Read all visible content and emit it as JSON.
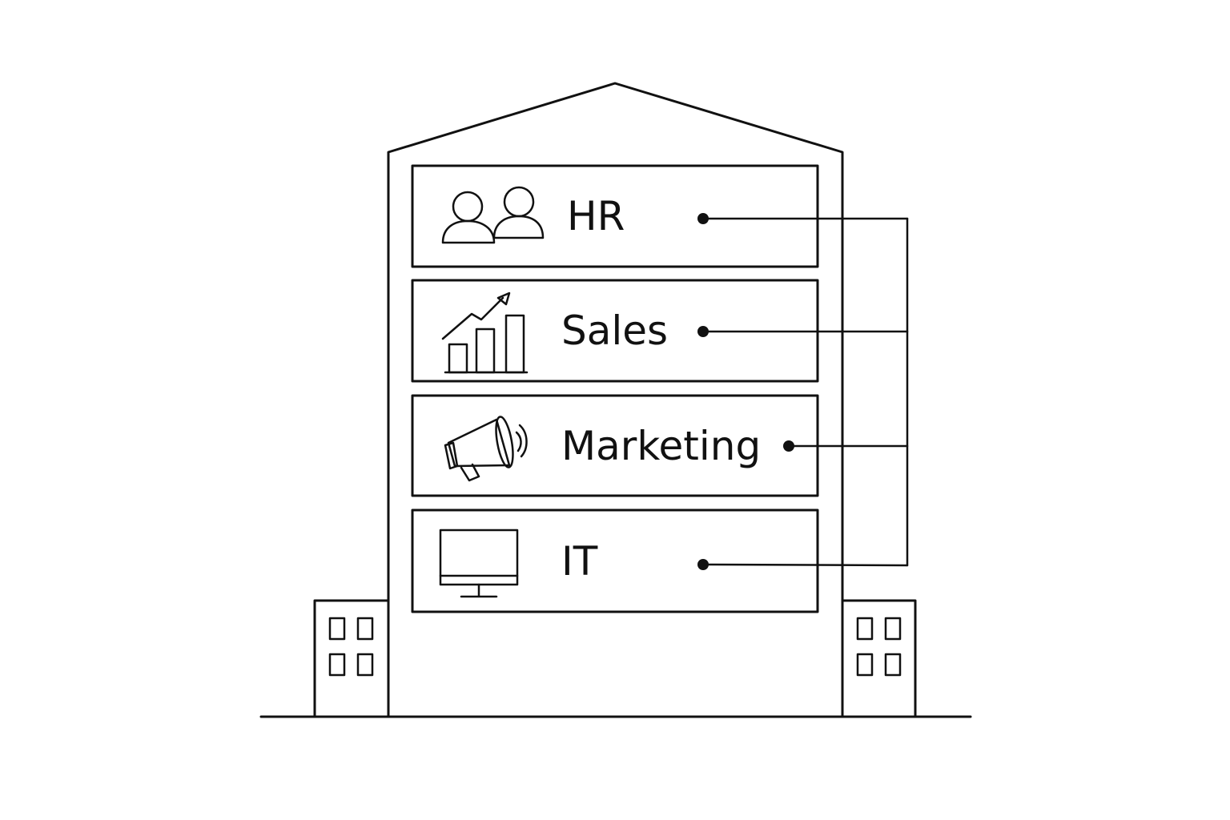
{
  "departments": [
    {
      "id": "hr",
      "label": "HR",
      "icon": "people-icon"
    },
    {
      "id": "sales",
      "label": "Sales",
      "icon": "bar-chart-growth-icon"
    },
    {
      "id": "marketing",
      "label": "Marketing",
      "icon": "megaphone-icon"
    },
    {
      "id": "it",
      "label": "IT",
      "icon": "computer-monitor-icon"
    }
  ]
}
